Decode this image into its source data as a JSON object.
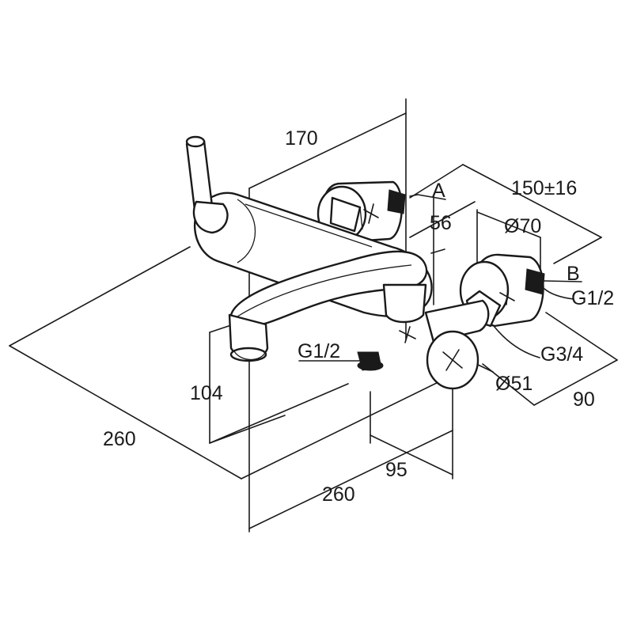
{
  "drawing": {
    "dimensions": {
      "d170": "170",
      "d150": "150±16",
      "d56": "56",
      "d70": "Ø70",
      "d104": "104",
      "d260_left": "260",
      "d260_bottom": "260",
      "d95": "95",
      "d90": "90",
      "d51": "Ø51"
    },
    "labels": {
      "a": "A",
      "b": "B",
      "g12_right": "G1/2",
      "g12_left": "G1/2",
      "g34": "G3/4"
    }
  }
}
